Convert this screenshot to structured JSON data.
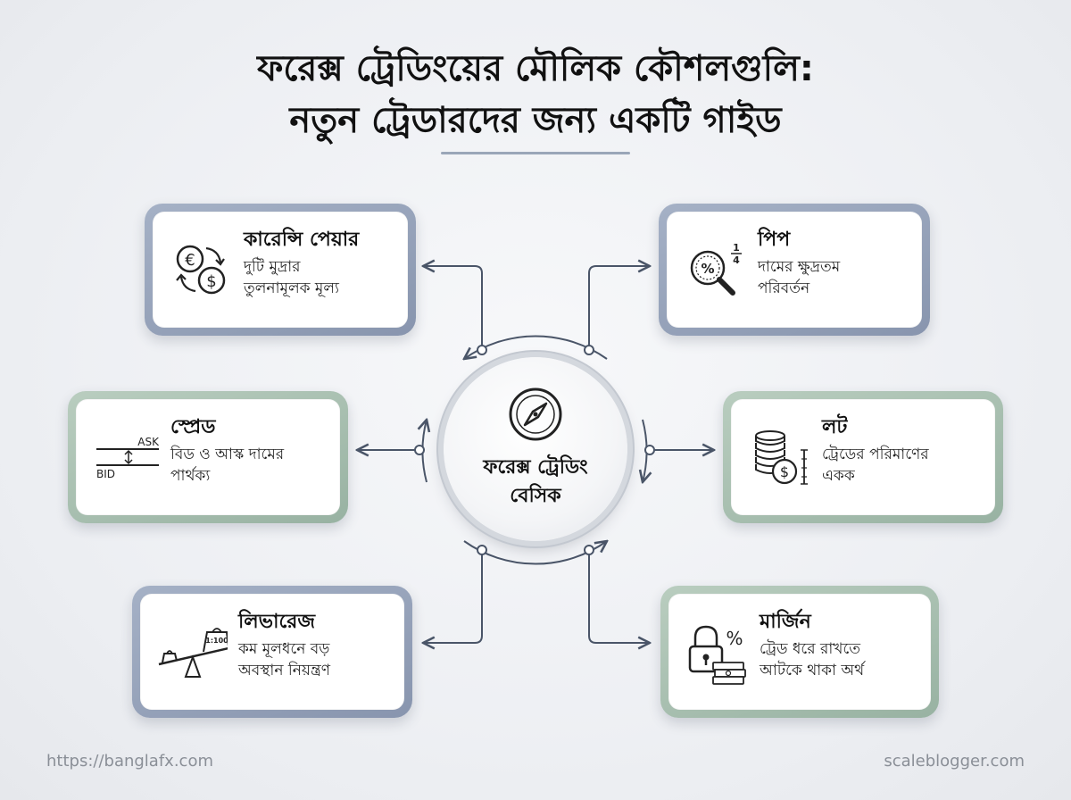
{
  "header": {
    "title_line1": "ফরেক্স ট্রেডিংয়ের মৌলিক কৌশলগুলি:",
    "title_line2": "নতুন ট্রেডারদের জন্য একটি গাইড"
  },
  "center": {
    "label_line1": "ফরেক্স ট্রেডিং",
    "label_line2": "বেসিক",
    "icon": "compass-icon"
  },
  "cards": {
    "currency_pair": {
      "title": "কারেন্সি পেয়ার",
      "desc_line1": "দুটি মুদ্রার",
      "desc_line2": "তুলনামূলক মূল্য",
      "icon": "currency-exchange-icon",
      "icon_text_euro": "€",
      "icon_text_dollar": "$",
      "theme": "blue"
    },
    "pip": {
      "title": "পিপ",
      "desc_line1": "দামের ক্ষুদ্রতম",
      "desc_line2": "পরিবর্তন",
      "icon": "magnifier-percent-icon",
      "icon_text_num": "1",
      "icon_text_den": "4",
      "icon_text_percent": "%",
      "theme": "blue"
    },
    "spread": {
      "title": "স্প্রেড",
      "desc_line1": "বিড ও আস্ক দামের",
      "desc_line2": "পার্থক্য",
      "icon": "bid-ask-icon",
      "icon_text_ask": "ASK",
      "icon_text_bid": "BID",
      "theme": "green"
    },
    "lot": {
      "title": "লট",
      "desc_line1": "ট্রেডের পরিমাণের",
      "desc_line2": "একক",
      "icon": "coin-stack-icon",
      "icon_text_dollar": "$",
      "theme": "green"
    },
    "leverage": {
      "title": "লিভারেজ",
      "desc_line1": "কম মূলধনে বড়",
      "desc_line2": "অবস্থান নিয়ন্ত্রণ",
      "icon": "seesaw-weight-icon",
      "icon_text_ratio": "1:100",
      "theme": "blue"
    },
    "margin": {
      "title": "মার্জিন",
      "desc_line1": "ট্রেড ধরে রাখতে",
      "desc_line2": "আটকে থাকা অর্থ",
      "icon": "lock-money-icon",
      "icon_text_percent": "%",
      "theme": "green"
    }
  },
  "footer": {
    "left": "https://banglafx.com",
    "right": "scaleblogger.com"
  },
  "colors": {
    "connector": "#4a5568",
    "blue_frame": "#8e9bb3",
    "green_frame": "#a3bbab"
  }
}
